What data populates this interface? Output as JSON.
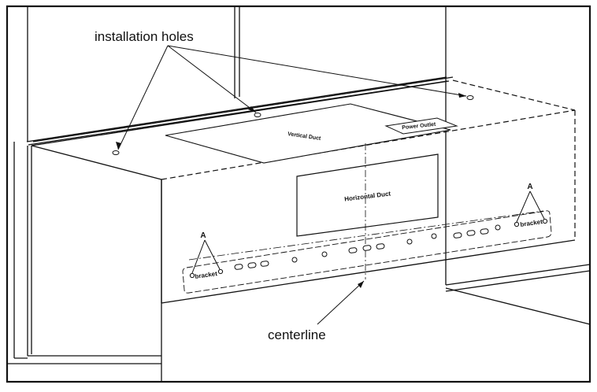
{
  "labels": {
    "installation_holes": "installation holes",
    "centerline": "centerline",
    "horizontal_duct": "Horizontal Duct",
    "vertical_duct": "Vertical Duct",
    "power_outlet": "Power Outlet",
    "bracket": "bracket",
    "point_a": "A"
  },
  "colors": {
    "line": "#111111",
    "background": "#ffffff"
  }
}
